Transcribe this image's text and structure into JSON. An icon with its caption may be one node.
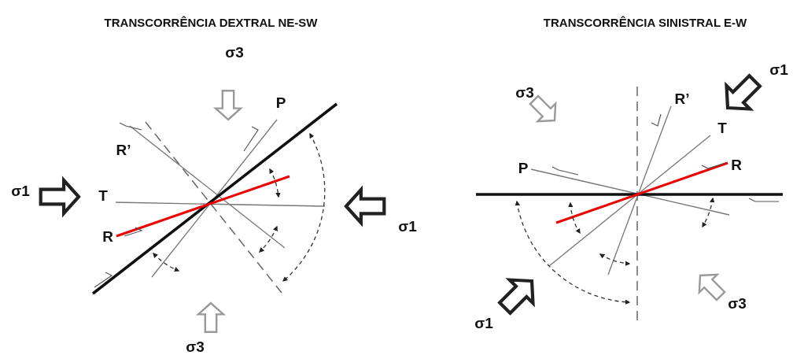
{
  "diagram": {
    "labels": [
      "TRANSCORRÊNCIA DEXTRAL NE-SW",
      "TRANSCORRÊNCIA SINISTRAL E-W",
      "σ3",
      "P",
      "R’",
      "σ1",
      "T",
      "σ1",
      "R",
      "σ3",
      "σ1",
      "σ3",
      "R’",
      "T",
      "P",
      "R",
      "σ3",
      "σ1"
    ]
  }
}
